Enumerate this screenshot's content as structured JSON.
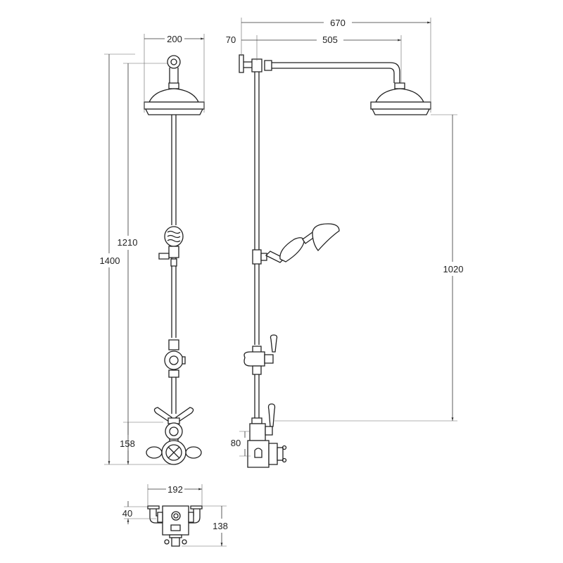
{
  "drawing": {
    "front_view": {
      "dimensions": {
        "head_width": "200",
        "overall_height": "1400",
        "rail_height": "1210",
        "valve_offset": "158"
      }
    },
    "side_view": {
      "dimensions": {
        "total_projection": "670",
        "wall_offset": "70",
        "arm_length": "505",
        "head_to_valve": "1020",
        "valve_depth": "80"
      }
    },
    "plan_view": {
      "dimensions": {
        "valve_width": "192",
        "inlet_depth": "40",
        "overall_depth": "138"
      }
    },
    "colors": {
      "line": "#222222",
      "background": "#ffffff"
    }
  }
}
